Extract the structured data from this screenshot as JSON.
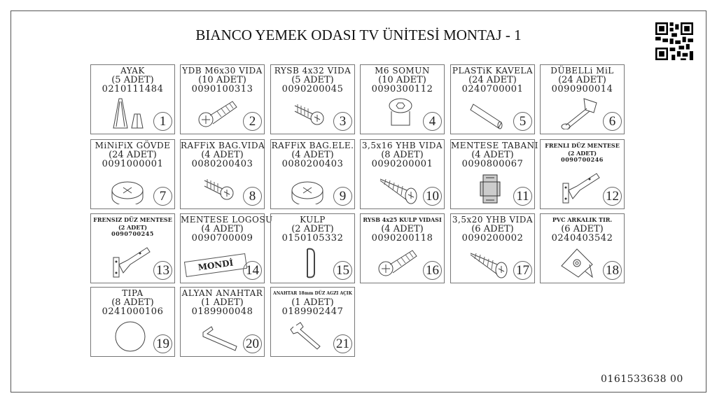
{
  "title": "BIANCO YEMEK ODASI TV ÜNİTESİ MONTAJ - 1",
  "footer_code": "0161533638  00",
  "items": [
    {
      "n": "1",
      "name": "AYAK",
      "qty": "(5 ADET)",
      "code": "0210111484",
      "icon": "foot"
    },
    {
      "n": "2",
      "name": "YDB M6x30 VIDA",
      "qty": "(10 ADET)",
      "code": "0090100313",
      "icon": "bolt"
    },
    {
      "n": "3",
      "name": "RYSB 4x32 VIDA",
      "qty": "(5 ADET)",
      "code": "0090200045",
      "icon": "screw"
    },
    {
      "n": "4",
      "name": "M6 SOMUN",
      "qty": "(10 ADET)",
      "code": "0090300112",
      "icon": "nut"
    },
    {
      "n": "5",
      "name": "PLASTiK KAVELA",
      "qty": "(24 ADET)",
      "code": "0240700001",
      "icon": "dowel"
    },
    {
      "n": "6",
      "name": "DÜBELLi MiL",
      "qty": "(24 ADET)",
      "code": "0090900014",
      "icon": "pin"
    },
    {
      "n": "7",
      "name": "MiNiFiX GÖVDE",
      "qty": "(24 ADET)",
      "code": "0091000001",
      "icon": "cam"
    },
    {
      "n": "8",
      "name": "RAFFiX BAG.VIDA",
      "qty": "(4 ADET)",
      "code": "0080200403",
      "icon": "screw"
    },
    {
      "n": "9",
      "name": "RAFFiX BAG.ELE.",
      "qty": "(4 ADET)",
      "code": "0080200403",
      "icon": "cam"
    },
    {
      "n": "10",
      "name": "3,5x16 YHB VIDA",
      "qty": "(8 ADET)",
      "code": "0090200001",
      "icon": "wood-screw"
    },
    {
      "n": "11",
      "name": "MENTESE TABANI",
      "qty": "(4 ADET)",
      "code": "0090800067",
      "icon": "hinge-plate"
    },
    {
      "n": "12",
      "name": "FRENLI DÜZ MENTESE",
      "qty": "(2 ADET)",
      "code": "0090700246",
      "icon": "hinge"
    },
    {
      "n": "13",
      "name": "FRENSIZ DÜZ MENTESE",
      "qty": "(2 ADET)",
      "code": "0090700245",
      "icon": "hinge"
    },
    {
      "n": "14",
      "name": "MENTESE LOGOSU",
      "qty": "(4 ADET)",
      "code": "0090700009",
      "icon": "logo",
      "logo_text": "MONDİ"
    },
    {
      "n": "15",
      "name": "KULP",
      "qty": "(2 ADET)",
      "code": "0150105332",
      "icon": "handle"
    },
    {
      "n": "16",
      "name": "RYSB 4x25 KULP VIDASI",
      "qty": "(4 ADET)",
      "code": "0090200118",
      "icon": "bolt"
    },
    {
      "n": "17",
      "name": "3,5x20 YHB VIDA",
      "qty": "(6 ADET)",
      "code": "0090200002",
      "icon": "wood-screw"
    },
    {
      "n": "18",
      "name": "PVC ARKALIK TIR.",
      "qty": "(6 ADET)",
      "code": "0240403542",
      "icon": "bracket"
    },
    {
      "n": "19",
      "name": "TIPA",
      "qty": "(8 ADET)",
      "code": "0241000106",
      "icon": "cap"
    },
    {
      "n": "20",
      "name": "ALYAN ANAHTAR",
      "qty": "(1 ADET)",
      "code": "0189900048",
      "icon": "allen-key"
    },
    {
      "n": "21",
      "name": "ANAHTAR 18mm DÜZ AGZI AÇIK",
      "qty": "(1 ADET)",
      "code": "0189902447",
      "icon": "wrench"
    }
  ]
}
